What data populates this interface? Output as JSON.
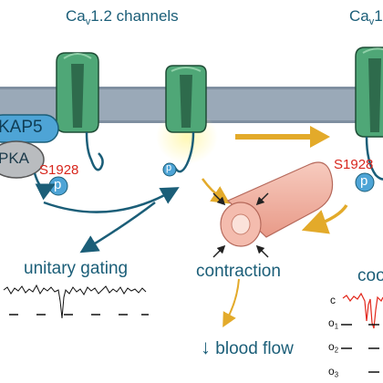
{
  "labels": {
    "channels_left_prefix": "Ca",
    "channels_left_sub": "v",
    "channels_left_suffix": "1.2 channels",
    "channels_right_prefix": "Ca",
    "channels_right_sub": "v",
    "channels_right_suffix": "1",
    "akap": "KAP5",
    "pka": "PKA",
    "site_left": "S1928",
    "site_right": "S1928",
    "p_small": "p",
    "p_left": "p",
    "p_right": "p",
    "unitary_gating": "unitary gating",
    "contraction": "contraction",
    "blood_flow": "blood flow",
    "coop": "coo",
    "trace_c": "c",
    "trace_o1_main": "o",
    "trace_o1_sub": "1",
    "trace_o2_main": "o",
    "trace_o2_sub": "2",
    "trace_o3_main": "o",
    "trace_o3_sub": "3",
    "blood_flow_arrow": "↓"
  },
  "colors": {
    "membrane": "#9aa9b8",
    "channel_dark": "#2e6b4c",
    "channel_light": "#4fa777",
    "accent_arrow": "#e3aa2a",
    "teal": "#1b5e78",
    "phospho_red": "#d8261d",
    "akap_blue": "#4ea4d6",
    "pka_gray": "#b9bcbf",
    "vessel": "#f2b4a6"
  }
}
